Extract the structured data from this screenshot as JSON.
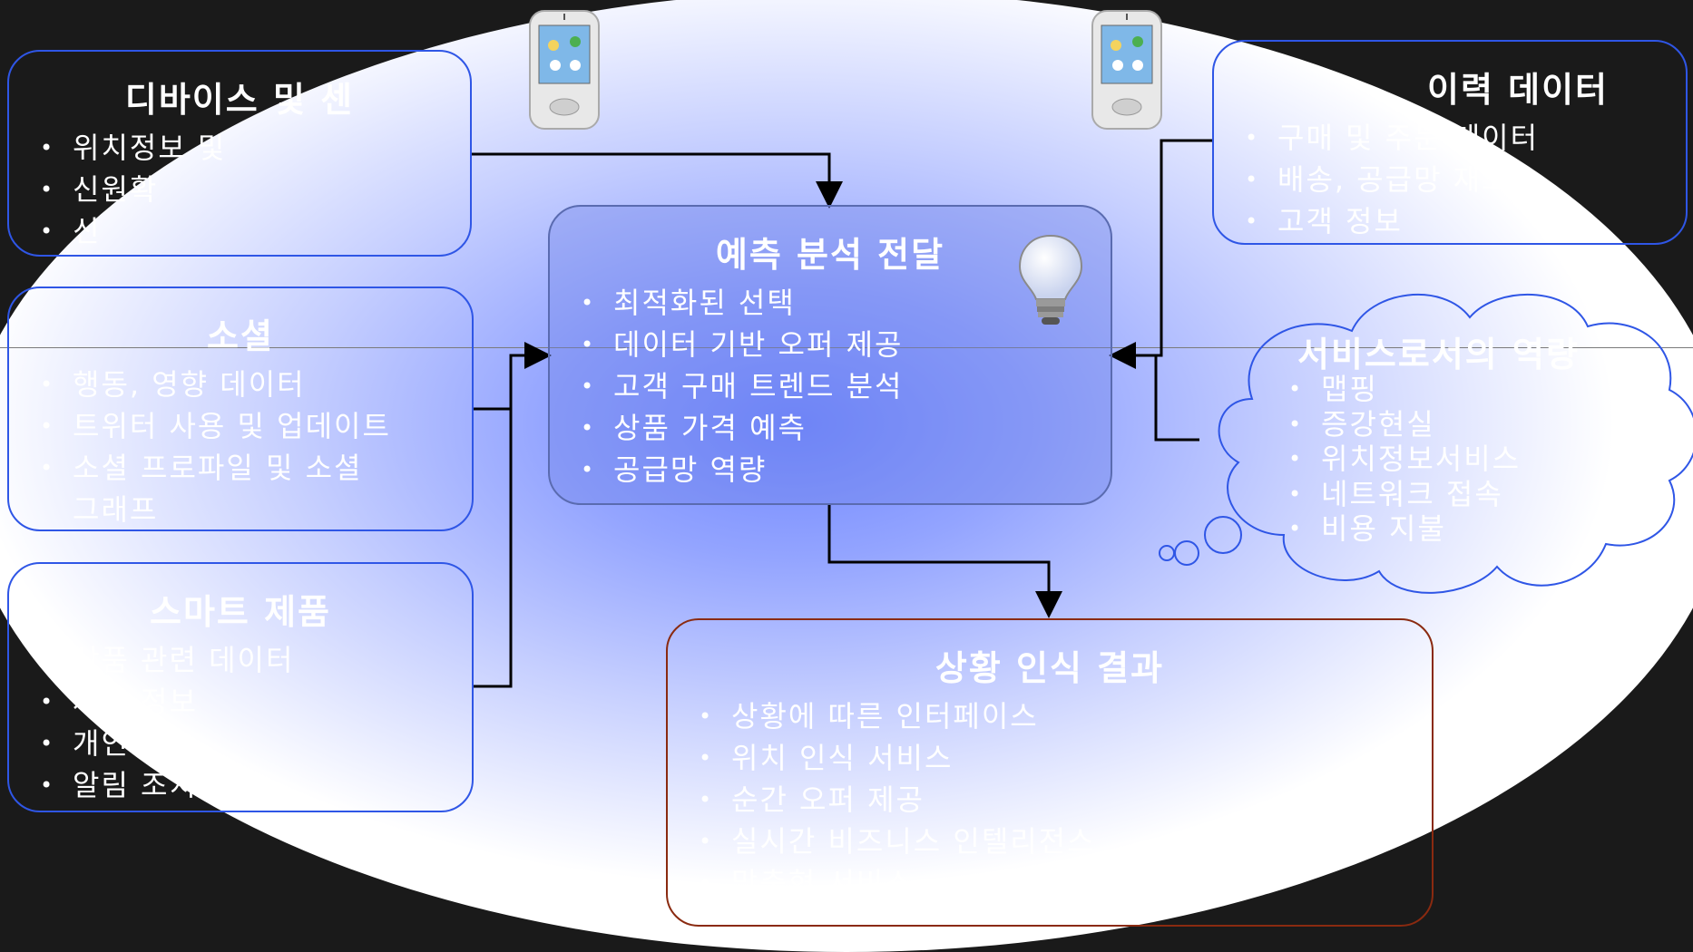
{
  "boxes": {
    "device": {
      "title": "디바이스 및 센",
      "items": [
        "위치정보 및",
        "신원확",
        "신"
      ]
    },
    "history": {
      "title": "이력 데이터",
      "items": [
        "구매 및 주문 데이터",
        "배송, 공급망 재고",
        "고객 정보"
      ]
    },
    "social": {
      "title": "소셜",
      "items": [
        "행동, 영향 데이터",
        "트위터 사용 및 업데이트",
        "소셜 프로파일 및 소셜 그래프"
      ]
    },
    "smart": {
      "title": "스마트 제품",
      "items": [
        "상품 관련 데이터",
        "제품 정보",
        "개인",
        "알림 조치"
      ]
    },
    "center": {
      "title": "예측 분석 전달",
      "items": [
        "최적화된 선택",
        "데이터 기반 오퍼 제공",
        "고객 구매 트렌드 분석",
        "상품 가격 예측",
        "공급망 역량"
      ]
    },
    "result": {
      "title": "상황 인식 결과",
      "items": [
        "상황에 따른 인터페이스",
        "위치 인식 서비스",
        "순간 오퍼 제공",
        "실시간 비즈니스 인텔리전스",
        "맞춤형 서비스"
      ]
    },
    "provider": {
      "title": "서비스로서의 역량",
      "items": [
        "맵핑",
        "증강현실",
        "위치정보서비스",
        "네트워크 접속",
        "비용 지불"
      ]
    }
  },
  "icons": {
    "phone": "mobile-phone-icon",
    "bulb": "light-bulb-icon"
  },
  "colors": {
    "box_border": "#2f56e6",
    "center_border": "#5a6bb0",
    "result_border": "#8a2a10",
    "ellipse_center": "#6f86ff"
  }
}
